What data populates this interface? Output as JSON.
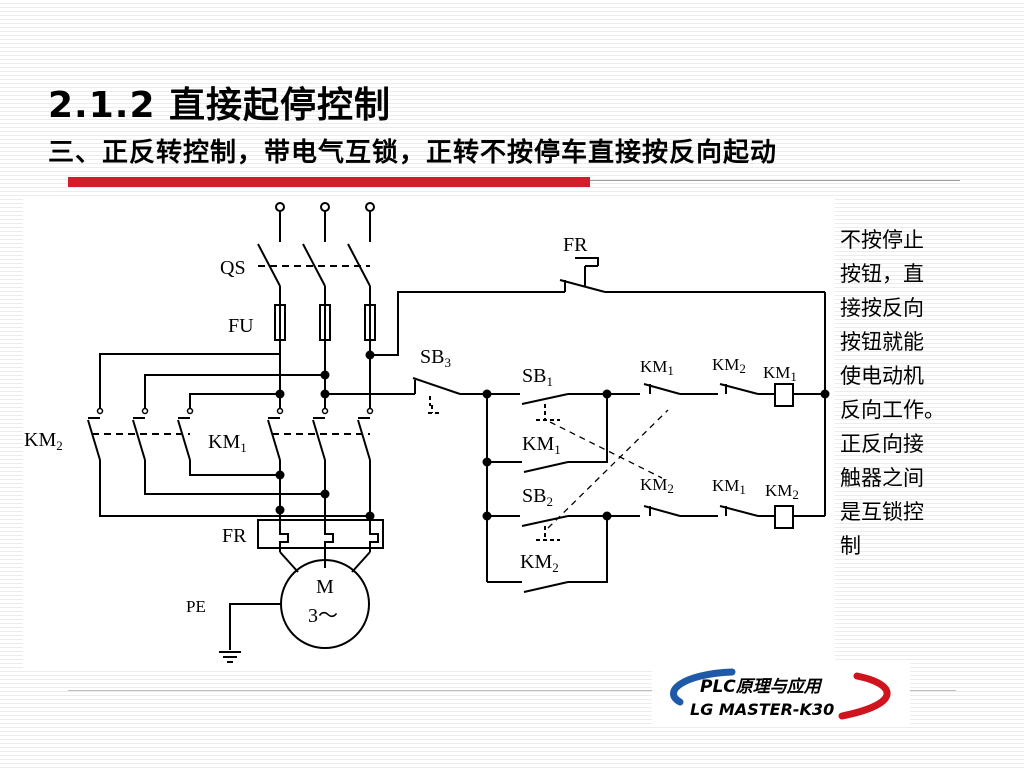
{
  "slide": {
    "title": "2.1.2 直接起停控制",
    "subtitle": "三、正反转控制，带电气互锁，正转不按停车直接按反向起动",
    "accent_color": "#d21e2b",
    "rule_color": "#a0a0a0"
  },
  "annotation": {
    "lines": [
      "不按停止",
      "按钮，直",
      "接按反向",
      "按钮就能",
      "使电动机",
      "反向工作。",
      "正反向接",
      "触器之间",
      "是互锁控",
      "制"
    ]
  },
  "diagram": {
    "labels": {
      "qs": "QS",
      "fu": "FU",
      "km2_main": "KM",
      "km2_main_sub": "2",
      "km1_main": "KM",
      "km1_main_sub": "1",
      "fr_main": "FR",
      "motor_m": "M",
      "motor_phase": "3～",
      "pe": "PE",
      "fr_ctrl": "FR",
      "sb3": "SB",
      "sb3_sub": "3",
      "sb1": "SB",
      "sb1_sub": "1",
      "km1_hold": "KM",
      "km1_hold_sub": "1",
      "sb2": "SB",
      "sb2_sub": "2",
      "km2_hold": "KM",
      "km2_hold_sub": "2",
      "r1_km1": "KM",
      "r1_km1_sub": "1",
      "r1_km2": "KM",
      "r1_km2_sub": "2",
      "r1_coil": "KM",
      "r1_coil_sub": "1",
      "r2_km2": "KM",
      "r2_km2_sub": "2",
      "r2_km1": "KM",
      "r2_km1_sub": "1",
      "r2_coil": "KM",
      "r2_coil_sub": "2"
    }
  },
  "logo": {
    "line1": "PLC原理与应用",
    "line2": "LG MASTER-K30",
    "ring_color_red": "#d0141e",
    "ring_color_blue": "#1f5aa8"
  }
}
